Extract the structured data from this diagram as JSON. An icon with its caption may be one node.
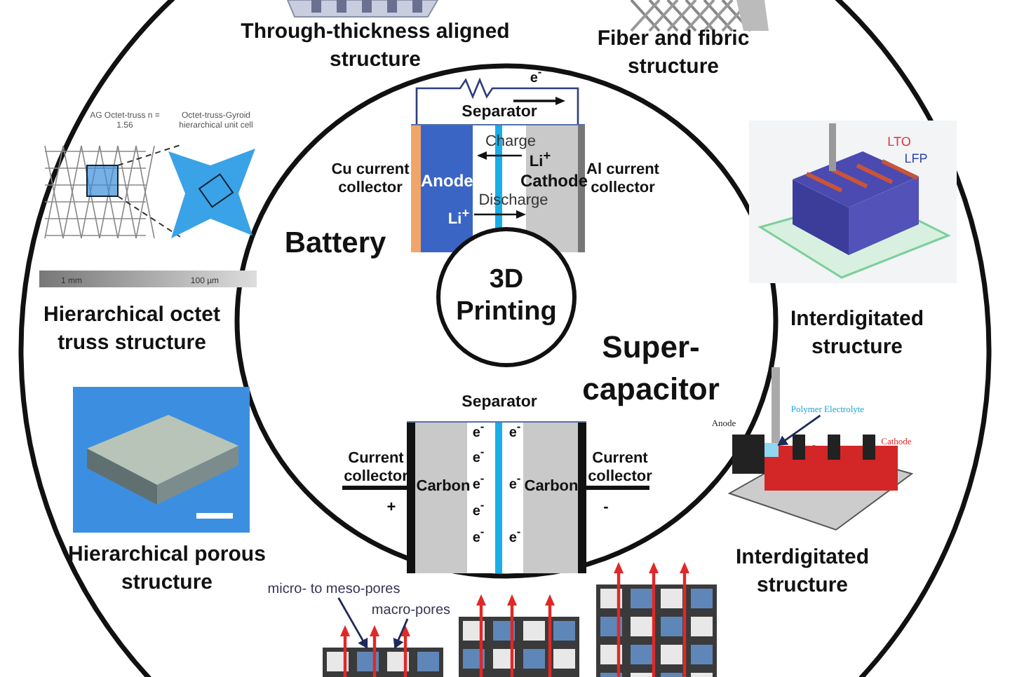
{
  "diagram": {
    "nodes": [
      {
        "text": [
          "3D Printing"
        ]
      },
      {
        "text": [
          "Polymer Electrolyte"
        ]
      },
      {
        "text": [],
        "shape": "box"
      },
      {
        "text": [
          "micro- to meso-pores"
        ]
      },
      {
        "text": [
          "macro-pores"
        ]
      },
      {
        "text": [],
        "shape": "picture"
      }
    ],
    "edges": [
      {
        "from": 1,
        "to": 2,
        "arrow": "to"
      },
      {
        "from": 3,
        "to": 5,
        "arrow": "to"
      },
      {
        "from": 4,
        "to": 5,
        "arrow": "to"
      }
    ],
    "labels": [
      "Through-thickness aligned structure",
      "Fiber and fibric structure",
      "e$^{-}$",
      "Separator",
      "Charge",
      "Li$^{+}$",
      "Cu current collector",
      "Anode",
      "Cathode",
      "Al current collector",
      "Li$^{+}$",
      "Discharge",
      "AG Octet-truss n = 1.56",
      "Octet-truss-Gyroid hierarchical unit cell",
      "1 mm",
      "100 µm",
      "LTO",
      "LFP",
      "Battery",
      "Hierarchical octet truss structure",
      "Interdigitated structure",
      "Super-capacitor",
      "Separator",
      "Current collector",
      "Carbon",
      "e$^{-}$",
      "e$^{-}$",
      "e$^{-}$",
      "e$^{-}$",
      "e$^{-}$",
      "e$^{-}$",
      "e$^{-}$",
      "e$^{-}$",
      "Carbon",
      "Current collector",
      "+",
      "-",
      "Anode",
      "Cathode",
      "Hierarchical porous structure",
      "Interdigitated structure"
    ]
  }
}
